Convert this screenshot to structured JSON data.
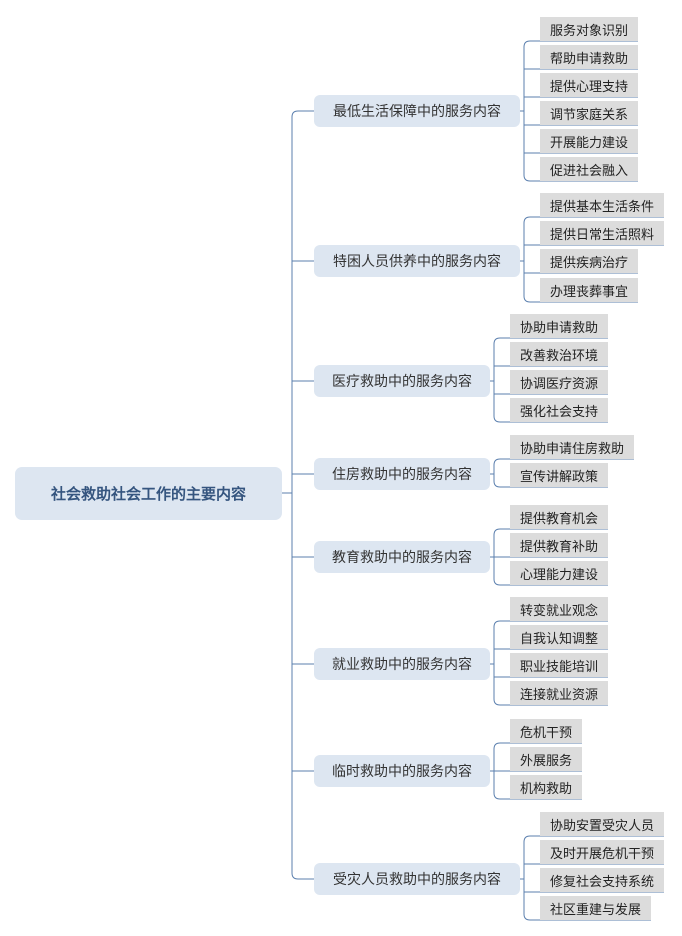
{
  "root": {
    "label": "社会救助社会工作的主要内容"
  },
  "colors": {
    "line": "#5b7fae",
    "node_bg": "#dde6f1",
    "leaf_bg": "#dcdcdc"
  },
  "branches": [
    {
      "label": "最低生活保障中的服务内容",
      "leaves": [
        "服务对象识别",
        "帮助申请救助",
        "提供心理支持",
        "调节家庭关系",
        "开展能力建设",
        "促进社会融入"
      ]
    },
    {
      "label": "特困人员供养中的服务内容",
      "leaves": [
        "提供基本生活条件",
        "提供日常生活照料",
        "提供疾病治疗",
        "办理丧葬事宜"
      ]
    },
    {
      "label": "医疗救助中的服务内容",
      "leaves": [
        "协助申请救助",
        "改善救治环境",
        "协调医疗资源",
        "强化社会支持"
      ]
    },
    {
      "label": "住房救助中的服务内容",
      "leaves": [
        "协助申请住房救助",
        "宣传讲解政策"
      ]
    },
    {
      "label": "教育救助中的服务内容",
      "leaves": [
        "提供教育机会",
        "提供教育补助",
        "心理能力建设"
      ]
    },
    {
      "label": "就业救助中的服务内容",
      "leaves": [
        "转变就业观念",
        "自我认知调整",
        "职业技能培训",
        "连接就业资源"
      ]
    },
    {
      "label": "临时救助中的服务内容",
      "leaves": [
        "危机干预",
        "外展服务",
        "机构救助"
      ]
    },
    {
      "label": "受灾人员救助中的服务内容",
      "leaves": [
        "协助安置受灾人员",
        "及时开展危机干预",
        "修复社会支持系统",
        "社区重建与发展"
      ]
    }
  ]
}
